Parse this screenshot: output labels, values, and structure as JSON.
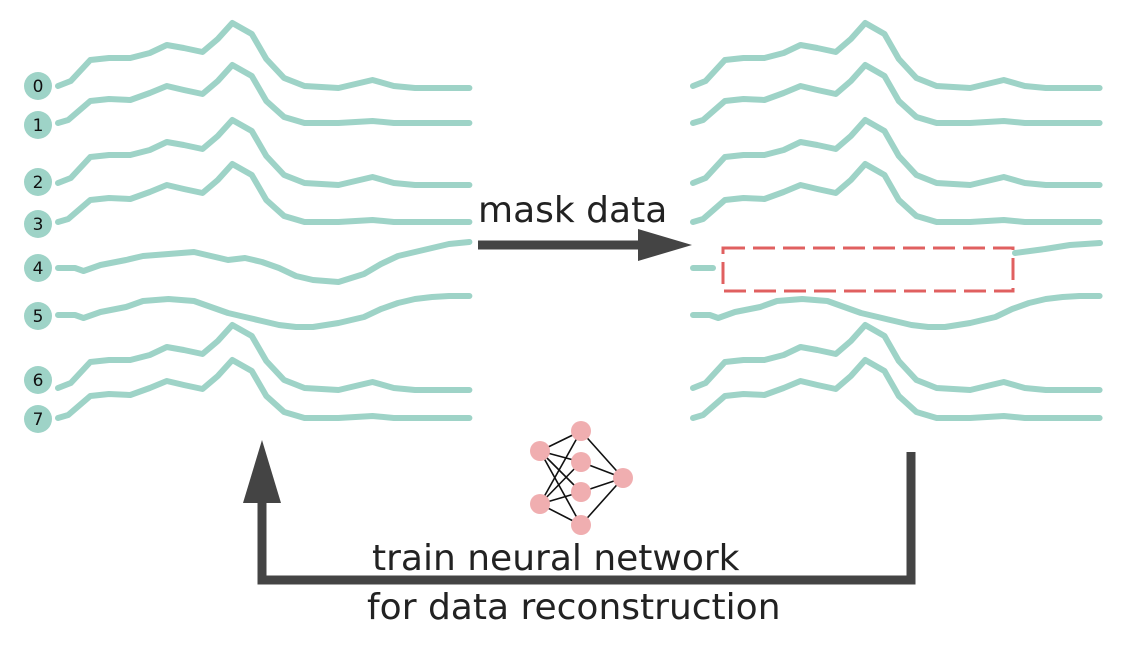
{
  "diagram": {
    "channel_labels": [
      "0",
      "1",
      "2",
      "3",
      "4",
      "5",
      "6",
      "7"
    ],
    "masked_channel": "4",
    "mask_step_label": "mask data",
    "train_step_label_line1": "train neural network",
    "train_step_label_line2": "for data reconstruction"
  },
  "colors": {
    "signal": "#9ed3c7",
    "badge": "#9ed3c7",
    "arrow": "#444444",
    "mask_box": "#e06060",
    "neuron": "#f0aeb0",
    "edges": "#111111",
    "text": "#222222"
  },
  "icons": [
    "neural-network-icon",
    "arrow-right-icon",
    "arrow-up-icon"
  ]
}
